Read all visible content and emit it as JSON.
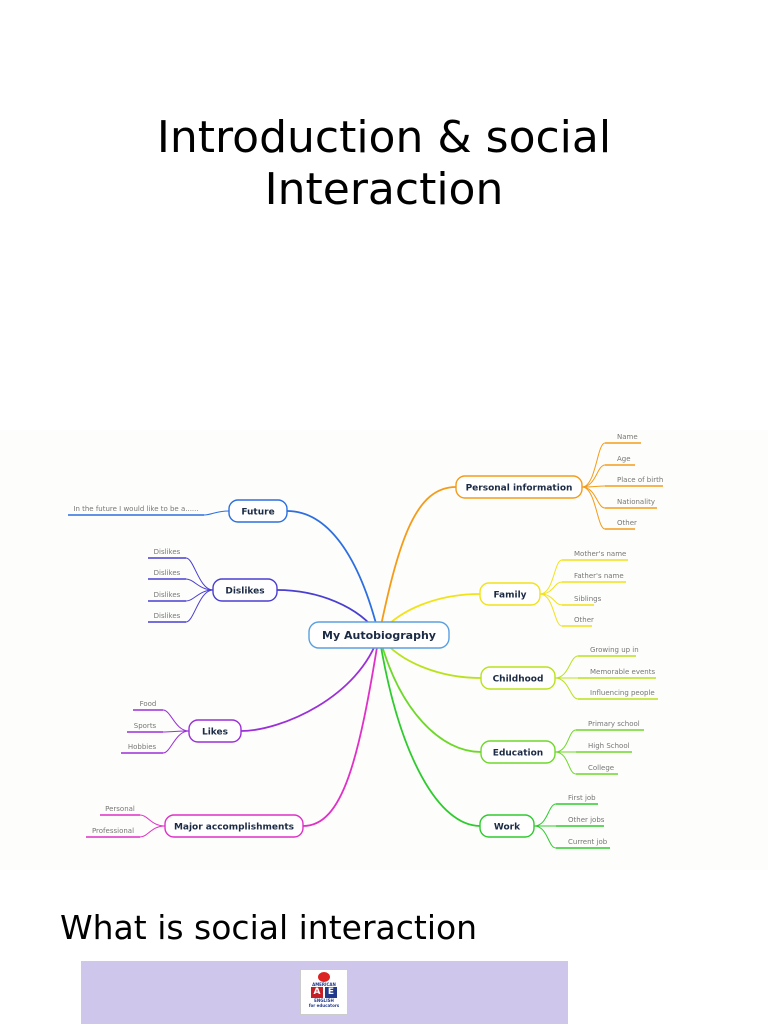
{
  "title": {
    "line1": "Introduction & social",
    "line2": "Interaction"
  },
  "mindmap": {
    "center": "My Autobiography",
    "branches": [
      {
        "label": "Personal information",
        "color": "#f39c1a",
        "items": [
          "Name",
          "Age",
          "Place of birth",
          "Nationality",
          "Other"
        ]
      },
      {
        "label": "Family",
        "color": "#f2e21a",
        "items": [
          "Mother's name",
          "Father's name",
          "Siblings",
          "Other"
        ]
      },
      {
        "label": "Childhood",
        "color": "#b9e21c",
        "items": [
          "Growing up in",
          "Memorable events",
          "Influencing people"
        ]
      },
      {
        "label": "Education",
        "color": "#6ed82a",
        "items": [
          "Primary school",
          "High School",
          "College"
        ]
      },
      {
        "label": "Work",
        "color": "#2ecb2e",
        "items": [
          "First job",
          "Other jobs",
          "Current job"
        ]
      },
      {
        "label": "Future",
        "color": "#2d6fe0",
        "items": [
          "In the future I would like to be a......"
        ]
      },
      {
        "label": "Dislikes",
        "color": "#4a3fd0",
        "items": [
          "Dislikes",
          "Dislikes",
          "Dislikes",
          "Dislikes"
        ]
      },
      {
        "label": "Likes",
        "color": "#9b2fd8",
        "items": [
          "Food",
          "Sports",
          "Hobbies"
        ]
      },
      {
        "label": "Major accomplishments",
        "color": "#e030c8",
        "items": [
          "Personal",
          "Professional"
        ]
      }
    ]
  },
  "subheading": "What is social interaction",
  "logo": {
    "top_text": "AMERICAN",
    "letters": [
      "A",
      "E"
    ],
    "bottom_text": "ENGLISH",
    "tagline": "for educators"
  }
}
